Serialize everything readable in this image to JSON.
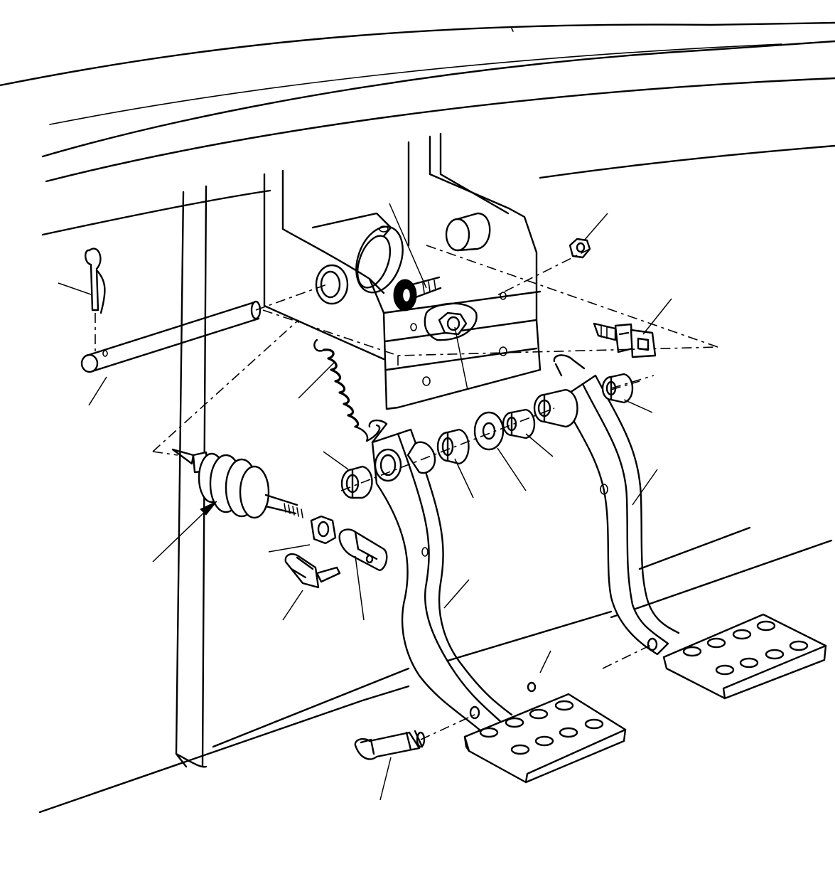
{
  "diagram": {
    "ink_color": "#000000",
    "background_color": "#ffffff",
    "parts": [
      "cotter-pin",
      "pivot-shaft",
      "mounting-bracket",
      "adjuster-bolt",
      "lock-nut",
      "return-spring",
      "stop-light-switch",
      "master-cylinder",
      "pushrod-nut",
      "clevis",
      "retaining-clip",
      "clutch-pedal",
      "brake-pedal",
      "pedal-bushing",
      "spacer",
      "washer",
      "clevis-pin",
      "pedal-pad"
    ]
  }
}
